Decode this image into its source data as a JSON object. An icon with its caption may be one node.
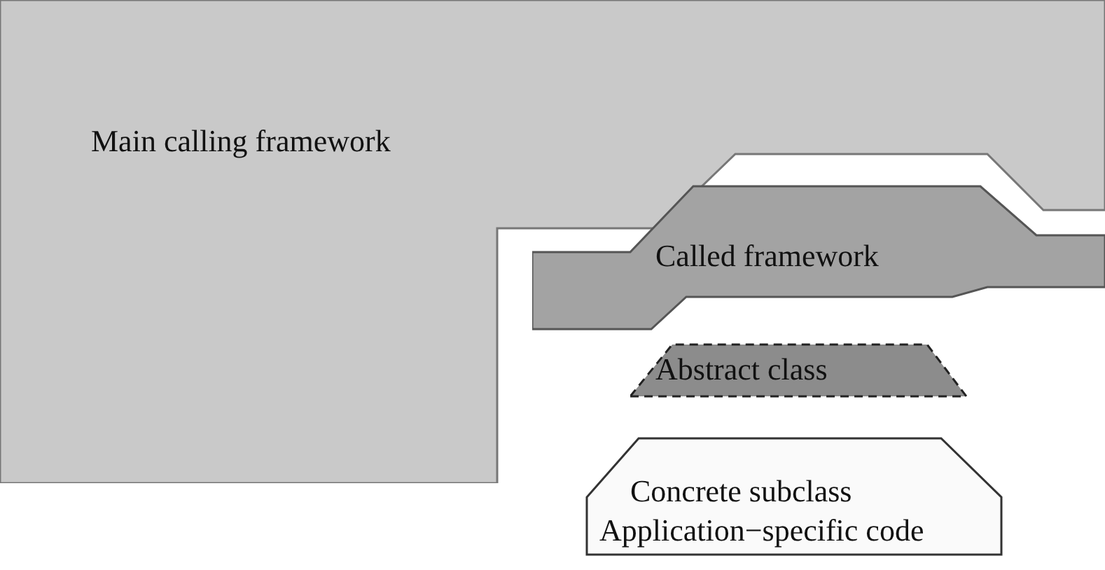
{
  "diagram": {
    "nodes": [
      {
        "text": [
          "Main calling framework"
        ]
      },
      {
        "text": [
          "Called framework"
        ]
      },
      {
        "text": [
          "Abstract class"
        ]
      },
      {
        "text": [
          "Concrete subclass",
          "Application−specific code"
        ]
      }
    ]
  }
}
